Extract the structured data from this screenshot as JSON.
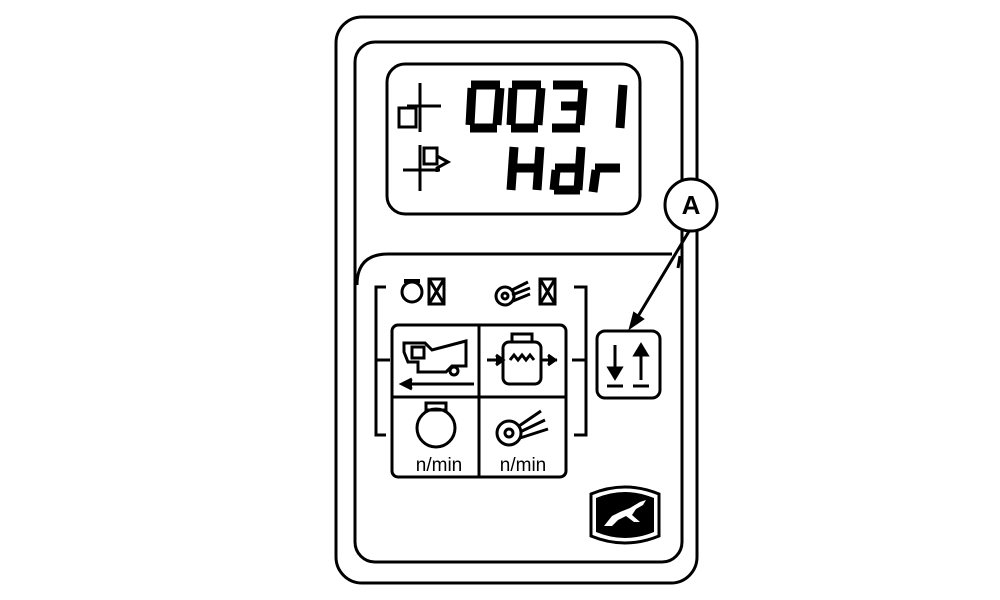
{
  "display": {
    "line1_digits": "0031",
    "line2_text": "Hdr",
    "icon_line1": "header-height-icon",
    "icon_line2": "header-position-icon"
  },
  "indicators": {
    "engine_fault": "engine-fault-icon",
    "rotor_fault": "rotor-fault-icon"
  },
  "keypad": {
    "ground_speed": "combine-ground-speed-icon",
    "feeder": "feeder-house-icon",
    "engine_rpm_label": "n/min",
    "rotor_rpm_label": "n/min"
  },
  "height_button": "height-up-down-icon",
  "callout": {
    "label": "A"
  },
  "logo": "deere-leaping-deer-logo",
  "colors": {
    "ink": "#000000",
    "paper": "#ffffff"
  }
}
